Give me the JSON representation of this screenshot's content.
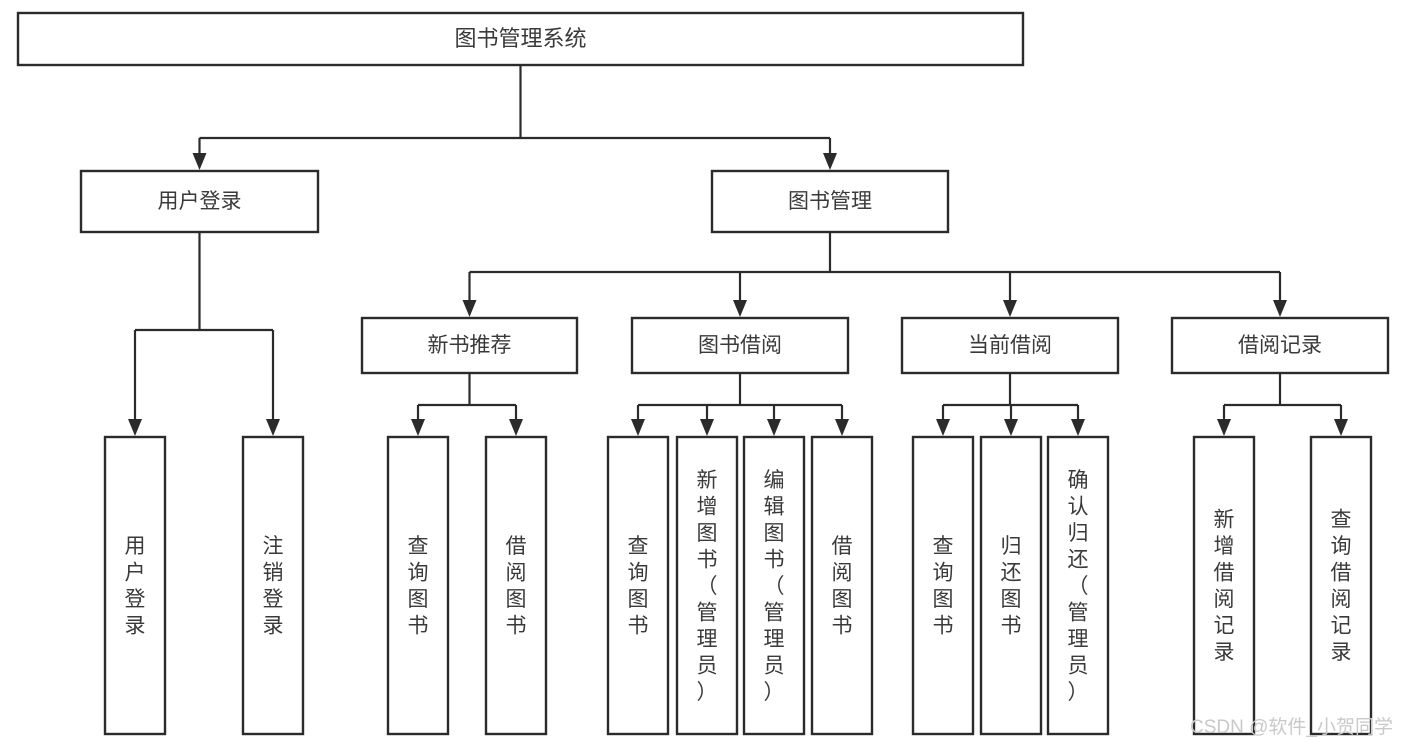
{
  "diagram": {
    "type": "tree-hierarchy-flowchart",
    "title": "图书管理系统",
    "orientation": "top-down",
    "colors": {
      "stroke": "#2b2b2b",
      "fill": "#ffffff",
      "text": "#3a3a3a",
      "watermark": "#c9c9c9",
      "background": "#ffffff"
    },
    "nodes": {
      "root": {
        "id": "root",
        "label": "图书管理系统",
        "level": 0,
        "orientation": "horizontal"
      },
      "level2": [
        {
          "id": "user-login",
          "label": "用户登录",
          "level": 1,
          "orientation": "horizontal"
        },
        {
          "id": "book-management",
          "label": "图书管理",
          "level": 1,
          "orientation": "horizontal"
        }
      ],
      "level3": [
        {
          "id": "new-book-recommend",
          "label": "新书推荐",
          "level": 2,
          "orientation": "horizontal"
        },
        {
          "id": "book-borrow",
          "label": "图书借阅",
          "level": 2,
          "orientation": "horizontal"
        },
        {
          "id": "current-borrow",
          "label": "当前借阅",
          "level": 2,
          "orientation": "horizontal"
        },
        {
          "id": "borrow-record",
          "label": "借阅记录",
          "level": 2,
          "orientation": "horizontal"
        }
      ],
      "leaves": [
        {
          "id": "leaf-user-login",
          "label": "用户登录",
          "parent": "user-login",
          "orientation": "vertical"
        },
        {
          "id": "leaf-logout-login",
          "label": "注销登录",
          "parent": "user-login",
          "orientation": "vertical"
        },
        {
          "id": "leaf-query-book-1",
          "label": "查询图书",
          "parent": "new-book-recommend",
          "orientation": "vertical"
        },
        {
          "id": "leaf-borrow-book-1",
          "label": "借阅图书",
          "parent": "new-book-recommend",
          "orientation": "vertical"
        },
        {
          "id": "leaf-query-book-2",
          "label": "查询图书",
          "parent": "book-borrow",
          "orientation": "vertical"
        },
        {
          "id": "leaf-add-book",
          "label": "新增图书（管理员）",
          "parent": "book-borrow",
          "orientation": "vertical"
        },
        {
          "id": "leaf-edit-book",
          "label": "编辑图书（管理员）",
          "parent": "book-borrow",
          "orientation": "vertical"
        },
        {
          "id": "leaf-borrow-book-2",
          "label": "借阅图书",
          "parent": "book-borrow",
          "orientation": "vertical"
        },
        {
          "id": "leaf-query-book-3",
          "label": "查询图书",
          "parent": "current-borrow",
          "orientation": "vertical"
        },
        {
          "id": "leaf-return-book",
          "label": "归还图书",
          "parent": "current-borrow",
          "orientation": "vertical"
        },
        {
          "id": "leaf-confirm-return",
          "label": "确认归还（管理员）",
          "parent": "current-borrow",
          "orientation": "vertical"
        },
        {
          "id": "leaf-add-borrow-record",
          "label": "新增借阅记录",
          "parent": "borrow-record",
          "orientation": "vertical"
        },
        {
          "id": "leaf-query-borrow-record",
          "label": "查询借阅记录",
          "parent": "borrow-record",
          "orientation": "vertical"
        }
      ]
    },
    "watermark": "CSDN @软件_小贺同学"
  }
}
